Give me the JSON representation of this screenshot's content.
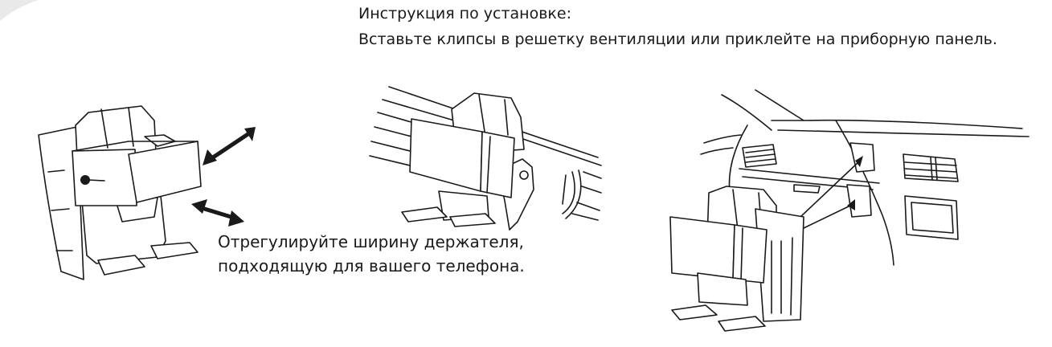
{
  "instructions": {
    "title": "Инструкция по установке:",
    "body": "Вставьте клипсы в решетку вентиляции или приклейте на приборную панель."
  },
  "adjust_note": {
    "line1": "Отрегулируйте ширину держателя,",
    "line2": "подходящую для вашего телефона."
  },
  "colors": {
    "ink": "#1a1a1a",
    "background": "#ffffff"
  },
  "icons": [
    "double-arrow-icon"
  ]
}
